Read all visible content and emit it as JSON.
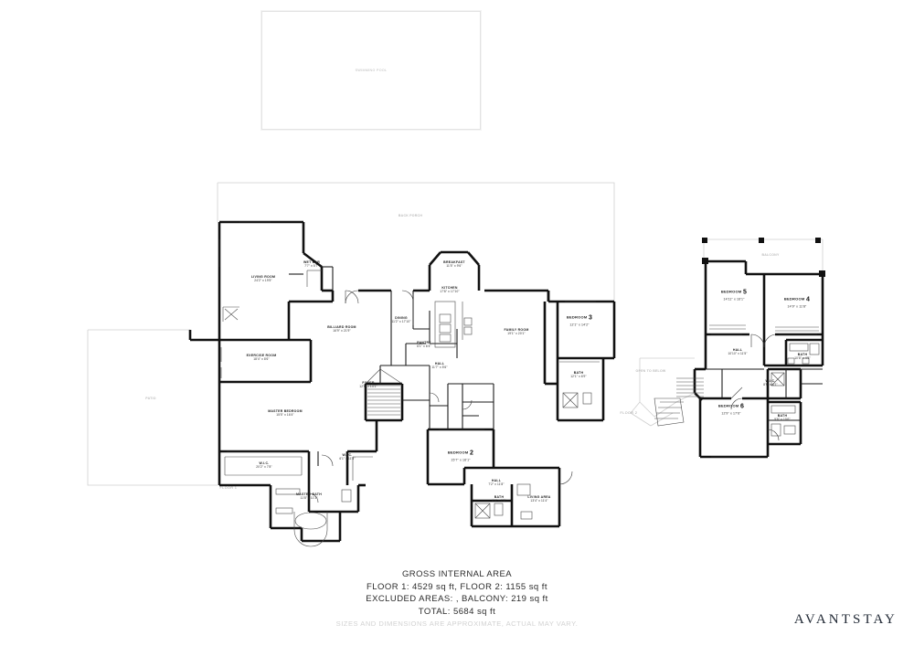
{
  "document": {
    "type": "floor-plan",
    "brand": "AVANTSTAY"
  },
  "pool": {
    "label": "SWIMMING POOL"
  },
  "floor1": {
    "tag": "FLOOR 1",
    "outdoor": [
      {
        "name": "BACK PORCH",
        "dims": ""
      },
      {
        "name": "PATIO",
        "dims": ""
      }
    ],
    "rooms": [
      {
        "name": "LIVING ROOM",
        "dims": "24'2\" x 19'5\""
      },
      {
        "name": "WET BAR",
        "dims": "7'7\" x 5'7\""
      },
      {
        "name": "BILLIARD ROOM",
        "dims": "16'9\" x 21'9\""
      },
      {
        "name": "BREAKFAST",
        "dims": "11'5\" x 9'6\""
      },
      {
        "name": "KITCHEN",
        "dims": "17'8\" x 17'10\""
      },
      {
        "name": "PANTRY",
        "dims": "6'1\" x 8'4\""
      },
      {
        "name": "DINING",
        "dims": "11'2\" x 17'10\""
      },
      {
        "name": "FAMILY ROOM",
        "dims": "19'1\" x 20'1\""
      },
      {
        "name": "HALL",
        "dims": "11'7\" x 5'6\""
      },
      {
        "name": "FOYER",
        "dims": "12'9\" x 14'1\""
      },
      {
        "name": "EXERCISE ROOM",
        "dims": "18'4\" x 8'6\""
      },
      {
        "name": "MASTER BEDROOM",
        "dims": "15'5\" x 16'4\""
      },
      {
        "name": "W.I.C.",
        "dims": "20'2\" x 7'8\""
      },
      {
        "name": "W.I.C.",
        "dims": "6'1\" x 11'8\""
      },
      {
        "name": "MASTER BATH",
        "dims": "11'8\" x 11'3\""
      },
      {
        "name": "BEDROOM",
        "num": "3",
        "dims": "12'1\" x 14'2\""
      },
      {
        "name": "BATH",
        "dims": "12'1\" x 6'9\""
      },
      {
        "name": "BEDROOM",
        "num": "2",
        "dims": "15'7\" x 16'1\""
      },
      {
        "name": "HALL",
        "dims": "7'2\" x 11'8\""
      },
      {
        "name": "BATH",
        "dims": "6'4\" x 7'2\""
      },
      {
        "name": "LIVING AREA",
        "dims": "13'4\" x 11'4\""
      }
    ]
  },
  "floor2": {
    "tag": "FLOOR 2",
    "rooms": [
      {
        "name": "BALCONY",
        "dims": ""
      },
      {
        "name": "BEDROOM",
        "num": "5",
        "dims": "14'11\" x 16'1\""
      },
      {
        "name": "BEDROOM",
        "num": "4",
        "dims": "14'9\" x 11'8\""
      },
      {
        "name": "HALL",
        "dims": "10'10\" x 11'5\""
      },
      {
        "name": "BATH",
        "dims": "10'8\" x 4'5\""
      },
      {
        "name": "W.I.C.",
        "dims": "8'9\" x 4'1\""
      },
      {
        "name": "BEDROOM",
        "num": "6",
        "dims": "12'9\" x 17'6\""
      },
      {
        "name": "BATH",
        "dims": "9'8\" x 10'6\""
      },
      {
        "name": "OPEN TO BELOW",
        "dims": ""
      }
    ]
  },
  "footer": {
    "title": "GROSS INTERNAL AREA",
    "line1": "FLOOR 1: 4529 sq ft, FLOOR 2: 1155 sq ft",
    "line2": "EXCLUDED AREAS: , BALCONY: 219 sq ft",
    "line3": "TOTAL: 5684 sq ft",
    "disclaimer": "SIZES AND DIMENSIONS ARE APPROXIMATE, ACTUAL MAY VARY."
  }
}
